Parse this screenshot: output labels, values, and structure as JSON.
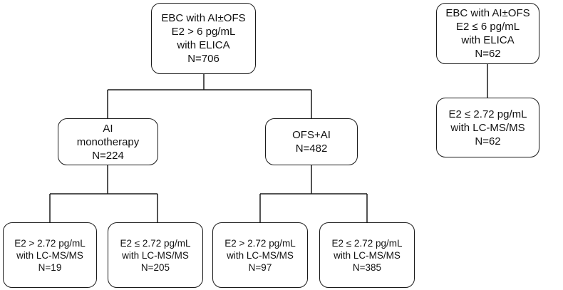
{
  "nodes": {
    "elica_high": {
      "lines": [
        "EBC with AI±OFS",
        "E2 > 6 pg/mL",
        "with ELICA",
        "N=706"
      ]
    },
    "elica_low": {
      "lines": [
        "EBC with AI±OFS",
        "E2 ≤ 6 pg/mL",
        "with ELICA",
        "N=62"
      ]
    },
    "elica_low_lcms": {
      "lines": [
        "E2 ≤ 2.72 pg/mL",
        "with LC-MS/MS",
        "N=62"
      ]
    },
    "ai_mono": {
      "lines": [
        "AI",
        "monotherapy",
        "N=224"
      ]
    },
    "ofs_ai": {
      "lines": [
        "OFS+AI",
        "N=482"
      ]
    },
    "ai_high": {
      "lines": [
        "E2 > 2.72 pg/mL",
        "with LC-MS/MS",
        "N=19"
      ]
    },
    "ai_low": {
      "lines": [
        "E2 ≤ 2.72 pg/mL",
        "with LC-MS/MS",
        "N=205"
      ]
    },
    "ofs_high": {
      "lines": [
        "E2 > 2.72 pg/mL",
        "with LC-MS/MS",
        "N=97"
      ]
    },
    "ofs_low": {
      "lines": [
        "E2 ≤ 2.72 pg/mL",
        "with LC-MS/MS",
        "N=385"
      ]
    }
  },
  "colors": {
    "stroke": "#1a1a1a",
    "fill": "#ffffff",
    "text": "#111111"
  }
}
